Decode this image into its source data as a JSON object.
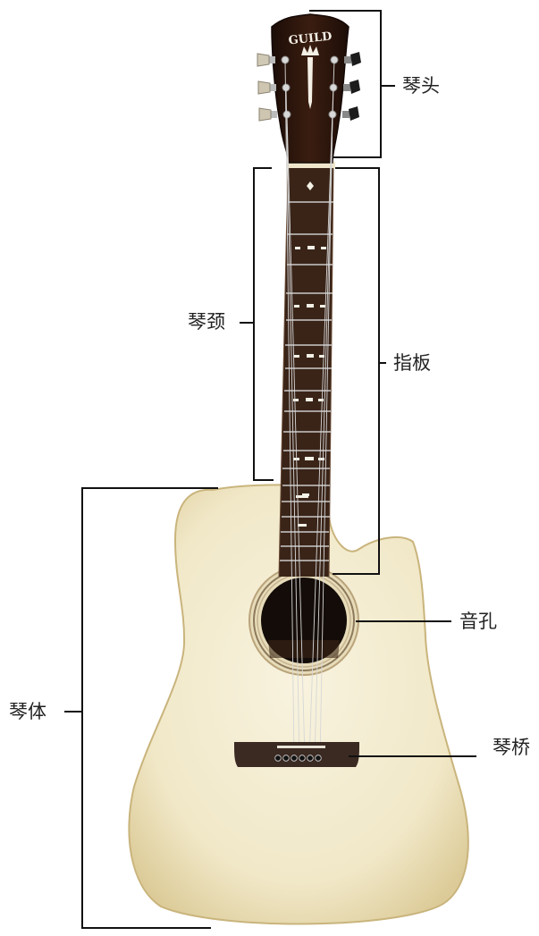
{
  "labels": {
    "headstock": "琴头",
    "neck": "琴颈",
    "fretboard": "指板",
    "soundhole": "音孔",
    "body": "琴体",
    "bridge": "琴桥"
  },
  "logo_text": "GUILD",
  "colors": {
    "body_top": "#f3ecd2",
    "body_edge": "#d9c896",
    "headstock": "#2a140c",
    "fretboard": "#3a2418",
    "bridge": "#3b2a22",
    "leader_line": "#111111",
    "label_text": "#222222"
  }
}
